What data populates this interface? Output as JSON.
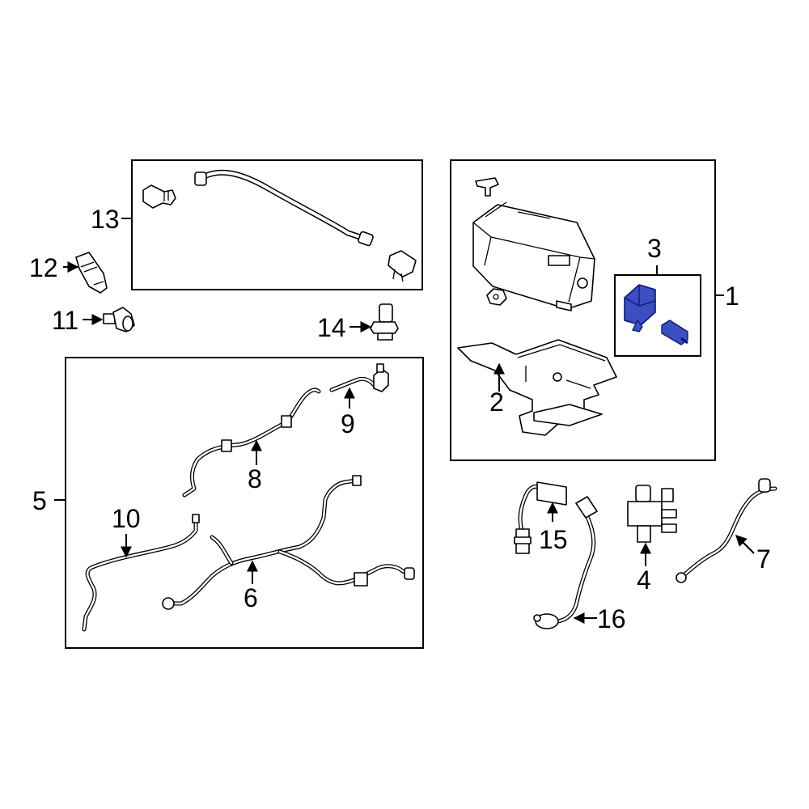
{
  "diagram": {
    "colors": {
      "highlight_fill": "#3b4fc0",
      "highlight_stroke": "#0a1a7a",
      "line": "#000000",
      "background": "#ffffff"
    },
    "callouts": {
      "c1": "1",
      "c2": "2",
      "c3": "3",
      "c4": "4",
      "c5": "5",
      "c6": "6",
      "c7": "7",
      "c8": "8",
      "c9": "9",
      "c10": "10",
      "c11": "11",
      "c12": "12",
      "c13": "13",
      "c14": "14",
      "c15": "15",
      "c16": "16"
    }
  }
}
